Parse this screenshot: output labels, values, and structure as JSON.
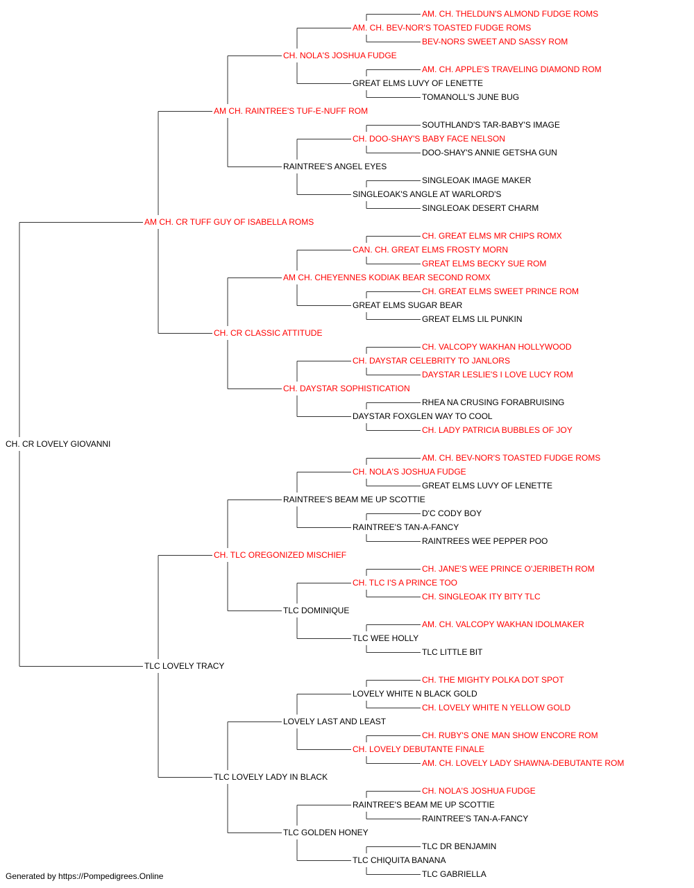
{
  "colors": {
    "champion": "#ff0000",
    "normal": "#000000",
    "line": "#333333"
  },
  "pedigree": {
    "name": "CH. CR LOVELY GIOVANNI",
    "champion": false,
    "sire": {
      "name": "AM CH. CR TUFF GUY OF ISABELLA ROMS",
      "champion": true,
      "sire": {
        "name": "AM CH. RAINTREE'S TUF-E-NUFF ROM",
        "champion": true,
        "sire": {
          "name": "CH. NOLA'S JOSHUA FUDGE",
          "champion": true,
          "sire": {
            "name": "AM. CH. BEV-NOR'S TOASTED FUDGE ROMS",
            "champion": true,
            "sire": {
              "name": "AM. CH. THELDUN'S ALMOND FUDGE ROMS",
              "champion": true
            },
            "dam": {
              "name": "BEV-NORS SWEET AND SASSY ROM",
              "champion": true
            }
          },
          "dam": {
            "name": "GREAT ELMS LUVY OF LENETTE",
            "champion": false,
            "sire": {
              "name": "AM. CH. APPLE'S TRAVELING DIAMOND ROM",
              "champion": true
            },
            "dam": {
              "name": "TOMANOLL'S JUNE BUG",
              "champion": false
            }
          }
        },
        "dam": {
          "name": "RAINTREE'S ANGEL EYES",
          "champion": false,
          "sire": {
            "name": "CH. DOO-SHAY'S BABY FACE NELSON",
            "champion": true,
            "sire": {
              "name": "SOUTHLAND'S TAR-BABY'S IMAGE",
              "champion": false
            },
            "dam": {
              "name": "DOO-SHAY'S ANNIE GETSHA GUN",
              "champion": false
            }
          },
          "dam": {
            "name": "SINGLEOAK'S ANGLE AT WARLORD'S",
            "champion": false,
            "sire": {
              "name": "SINGLEOAK IMAGE MAKER",
              "champion": false
            },
            "dam": {
              "name": "SINGLEOAK DESERT CHARM",
              "champion": false
            }
          }
        }
      },
      "dam": {
        "name": "CH. CR CLASSIC ATTITUDE",
        "champion": true,
        "sire": {
          "name": "AM CH. CHEYENNES KODIAK BEAR SECOND ROMX",
          "champion": true,
          "sire": {
            "name": "CAN. CH. GREAT ELMS FROSTY MORN",
            "champion": true,
            "sire": {
              "name": "CH. GREAT ELMS MR CHIPS ROMX",
              "champion": true
            },
            "dam": {
              "name": "GREAT ELMS BECKY SUE ROM",
              "champion": true
            }
          },
          "dam": {
            "name": "GREAT ELMS SUGAR BEAR",
            "champion": false,
            "sire": {
              "name": "CH. GREAT ELMS SWEET PRINCE ROM",
              "champion": true
            },
            "dam": {
              "name": "GREAT ELMS LIL PUNKIN",
              "champion": false
            }
          }
        },
        "dam": {
          "name": "CH. DAYSTAR SOPHISTICATION",
          "champion": true,
          "sire": {
            "name": "CH. DAYSTAR CELEBRITY TO JANLORS",
            "champion": true,
            "sire": {
              "name": "CH. VALCOPY WAKHAN HOLLYWOOD",
              "champion": true
            },
            "dam": {
              "name": "DAYSTAR LESLIE'S I LOVE LUCY ROM",
              "champion": true
            }
          },
          "dam": {
            "name": "DAYSTAR FOXGLEN WAY TO COOL",
            "champion": false,
            "sire": {
              "name": "RHEA NA CRUSING FORABRUISING",
              "champion": false
            },
            "dam": {
              "name": "CH. LADY PATRICIA BUBBLES OF JOY",
              "champion": true
            }
          }
        }
      }
    },
    "dam": {
      "name": "TLC LOVELY TRACY",
      "champion": false,
      "sire": {
        "name": "CH. TLC OREGONIZED MISCHIEF",
        "champion": true,
        "sire": {
          "name": "RAINTREE'S BEAM ME UP SCOTTIE",
          "champion": false,
          "sire": {
            "name": "CH. NOLA'S JOSHUA FUDGE",
            "champion": true,
            "sire": {
              "name": "AM. CH. BEV-NOR'S TOASTED FUDGE ROMS",
              "champion": true
            },
            "dam": {
              "name": "GREAT ELMS LUVY OF LENETTE",
              "champion": false
            }
          },
          "dam": {
            "name": "RAINTREE'S TAN-A-FANCY",
            "champion": false,
            "sire": {
              "name": "D'C CODY BOY",
              "champion": false
            },
            "dam": {
              "name": "RAINTREES WEE PEPPER POO",
              "champion": false
            }
          }
        },
        "dam": {
          "name": "TLC DOMINIQUE",
          "champion": false,
          "sire": {
            "name": "CH. TLC I'S A PRINCE TOO",
            "champion": true,
            "sire": {
              "name": "CH. JANE'S WEE PRINCE O'JERIBETH ROM",
              "champion": true
            },
            "dam": {
              "name": "CH. SINGLEOAK ITY BITY TLC",
              "champion": true
            }
          },
          "dam": {
            "name": "TLC WEE HOLLY",
            "champion": false,
            "sire": {
              "name": "AM. CH. VALCOPY WAKHAN IDOLMAKER",
              "champion": true
            },
            "dam": {
              "name": "TLC LITTLE BIT",
              "champion": false
            }
          }
        }
      },
      "dam": {
        "name": "TLC LOVELY LADY IN BLACK",
        "champion": false,
        "sire": {
          "name": "LOVELY LAST AND LEAST",
          "champion": false,
          "sire": {
            "name": "LOVELY WHITE N BLACK GOLD",
            "champion": false,
            "sire": {
              "name": "CH. THE MIGHTY POLKA DOT SPOT",
              "champion": true
            },
            "dam": {
              "name": "CH. LOVELY WHITE N YELLOW GOLD",
              "champion": true
            }
          },
          "dam": {
            "name": "CH. LOVELY DEBUTANTE FINALE",
            "champion": true,
            "sire": {
              "name": "CH. RUBY'S ONE MAN SHOW ENCORE ROM",
              "champion": true
            },
            "dam": {
              "name": "AM. CH. LOVELY LADY SHAWNA-DEBUTANTE ROM",
              "champion": true
            }
          }
        },
        "dam": {
          "name": "TLC GOLDEN HONEY",
          "champion": false,
          "sire": {
            "name": "RAINTREE'S BEAM ME UP SCOTTIE",
            "champion": false,
            "sire": {
              "name": "CH. NOLA'S JOSHUA FUDGE",
              "champion": true
            },
            "dam": {
              "name": "RAINTREE'S TAN-A-FANCY",
              "champion": false
            }
          },
          "dam": {
            "name": "TLC CHIQUITA BANANA",
            "champion": false,
            "sire": {
              "name": "TLC DR BENJAMIN",
              "champion": false
            },
            "dam": {
              "name": "TLC GABRIELLA",
              "champion": false
            }
          }
        }
      }
    }
  },
  "footer": {
    "text": "Generated by https://Pompedigrees.Online"
  }
}
